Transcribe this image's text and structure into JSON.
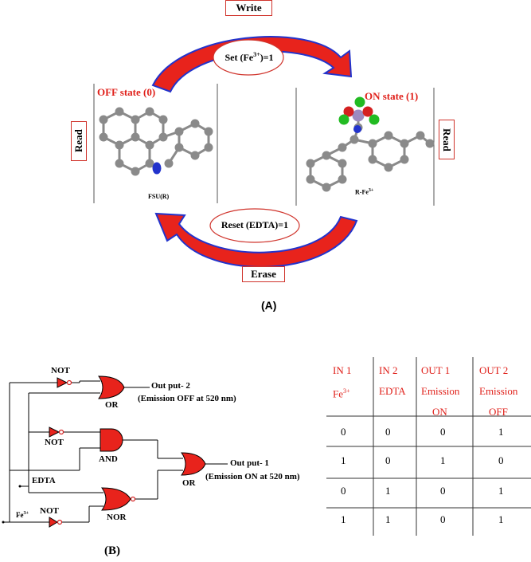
{
  "panel_a": {
    "write_label": "Write",
    "set_label": "Set (Fe",
    "set_sup": "3+",
    "set_tail": ")=1",
    "reset_label": "Reset (EDTA)=1",
    "erase_label": "Erase",
    "read_left": "Read",
    "read_right": "Read",
    "off_state": "OFF state (0)",
    "on_state": "ON state (1)",
    "left_mol_caption": "FSU(R)",
    "right_mol_caption": "R-Fe",
    "right_mol_sup": "3+",
    "tag": "(A)",
    "colors": {
      "arrow_fill": "#e8231c",
      "arrow_outline": "#2233cc",
      "accent_red": "#e0201a"
    }
  },
  "panel_b": {
    "tag": "(B)",
    "gates": {
      "not_top": "NOT",
      "or_top": "OR",
      "not_mid": "NOT",
      "and": "AND",
      "or_right": "OR",
      "nor": "NOR",
      "not_bottom": "NOT"
    },
    "output2": "Out put- 2",
    "output2_desc": "(Emission OFF at 520 nm)",
    "output1": "Out put- 1",
    "output1_desc": "(Emission ON at 520 nm)",
    "input_edta": "EDTA",
    "input_fe": "Fe",
    "input_fe_sup": "3+"
  },
  "truth_table": {
    "headers": [
      [
        "IN 1",
        "Fe",
        "3+"
      ],
      [
        "IN 2",
        "EDTA",
        ""
      ],
      [
        "OUT 1",
        "Emission",
        "ON"
      ],
      [
        "OUT 2",
        "Emission",
        "OFF"
      ]
    ],
    "rows": [
      [
        "0",
        "0",
        "0",
        "1"
      ],
      [
        "1",
        "0",
        "1",
        "0"
      ],
      [
        "0",
        "1",
        "0",
        "1"
      ],
      [
        "1",
        "1",
        "0",
        "1"
      ]
    ]
  }
}
